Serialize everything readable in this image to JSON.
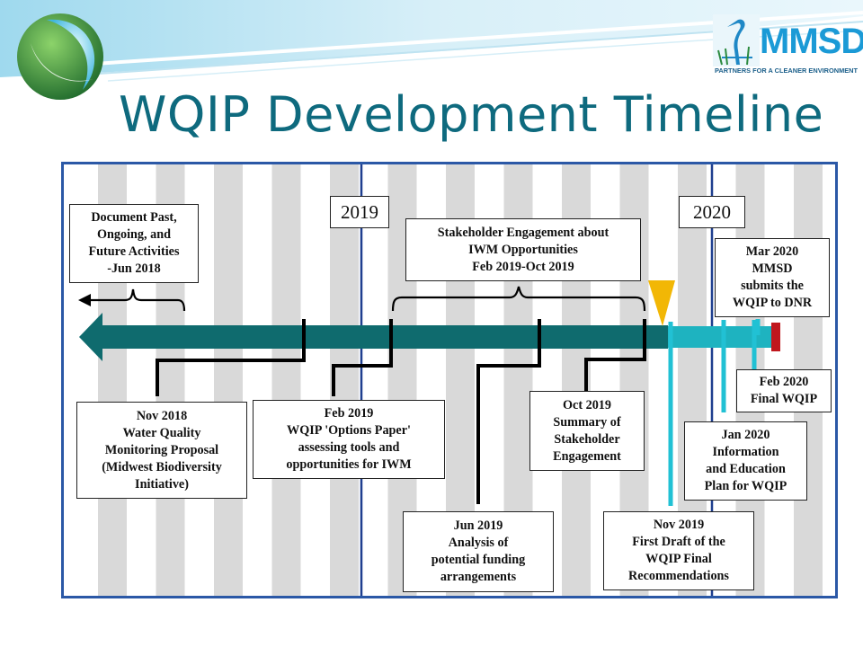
{
  "title": "WQIP Development Timeline",
  "logo": {
    "name": "MMSD",
    "tagline": "PARTNERS FOR A CLEANER ENVIRONMENT"
  },
  "colors": {
    "title": "#0e6a7e",
    "frame_border": "#2b58a6",
    "stripe": "#d9d9d9",
    "year_divider": "#1f3f8f",
    "arrow_past": "#0f6b6e",
    "arrow_future": "#1eb3c0",
    "milestone_tick": "#21c1d4",
    "current_marker": "#f2b705",
    "end_marker": "#c0171d",
    "mmsd_blue": "#1b9ad6"
  },
  "years": [
    "2019",
    "2020"
  ],
  "milestones": {
    "doc_past": "Document Past,\nOngoing, and\nFuture Activities\n-Jun 2018",
    "stakeholder": "Stakeholder Engagement about\nIWM Opportunities\nFeb 2019-Oct 2019",
    "mar2020": "Mar 2020\nMMSD\nsubmits the\nWQIP to DNR",
    "feb2020": "Feb 2020\nFinal WQIP",
    "nov2018": "Nov 2018\nWater Quality\nMonitoring Proposal\n(Midwest Biodiversity\nInitiative)",
    "feb2019": "Feb 2019\nWQIP 'Options Paper'\nassessing tools and\nopportunities for IWM",
    "oct2019": "Oct 2019\nSummary of\nStakeholder\nEngagement",
    "jan2020": "Jan 2020\nInformation\nand Education\nPlan for WQIP",
    "jun2019": "Jun 2019\nAnalysis of\npotential funding\narrangements",
    "nov2019": "Nov 2019\nFirst Draft of the\nWQIP Final\nRecommendations"
  }
}
